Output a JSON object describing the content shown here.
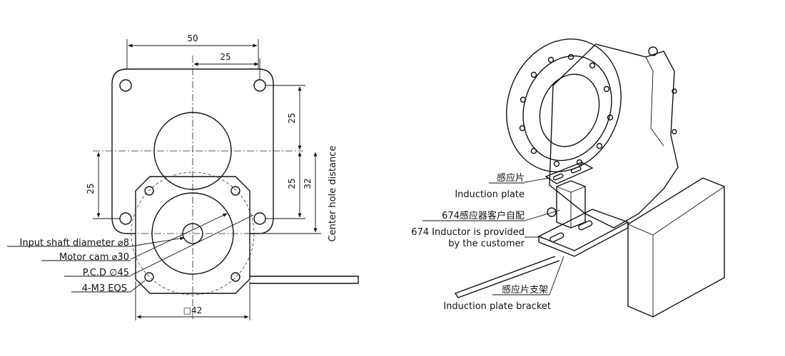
{
  "drawing": {
    "dim_width_50": "50",
    "dim_half_25": "25",
    "dim_right_upper_25": "25",
    "dim_right_lower_25": "25",
    "dim_right_32": "32",
    "dim_left_25": "25",
    "dim_square_42": "□42",
    "center_hole_distance": "Center hole distance",
    "input_shaft_diameter": "Input shaft diameter ⌀8",
    "motor_cam": "Motor cam ⌀30",
    "pcd": "P.C.D ∅45",
    "thread_holes": "4-M3 EQS"
  },
  "callouts": {
    "induction_plate_cn": "感应片",
    "induction_plate_en": "Induction plate",
    "inductor_cn": "674感应器客户自配",
    "inductor_en_line1": "674 Inductor is provided",
    "inductor_en_line2": "by the customer",
    "bracket_cn": "感应片支架",
    "bracket_en": "Induction plate bracket"
  }
}
